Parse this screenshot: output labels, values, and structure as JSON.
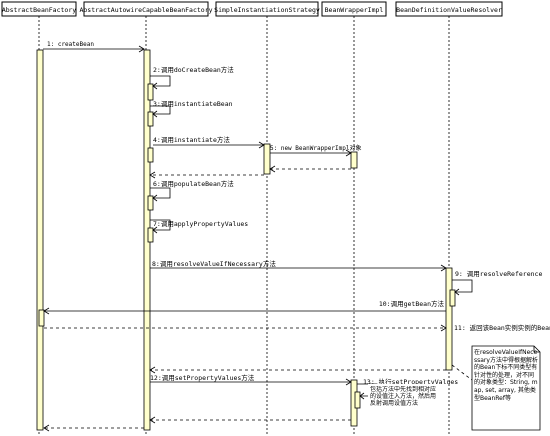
{
  "participants": [
    {
      "id": "p1",
      "name": "AbstractBeanFactory"
    },
    {
      "id": "p2",
      "name": "AbstractAutowireCapableBeanFactory"
    },
    {
      "id": "p3",
      "name": "SimpleInstantiationStrategy"
    },
    {
      "id": "p4",
      "name": "BeanWrapperImpl"
    },
    {
      "id": "p5",
      "name": "BeanDefinitionValueResolver"
    }
  ],
  "messages": [
    {
      "label": "1: createBean"
    },
    {
      "label": "2:调用doCreateBean方法"
    },
    {
      "label": "3:调用instantiateBean"
    },
    {
      "label": "4:调用instantiate方法"
    },
    {
      "label": "5: new BeanWrapperImpl对象"
    },
    {
      "label": "6:调用populateBean方法"
    },
    {
      "label": "7:调用applyPropertyValues"
    },
    {
      "label": "8:调用resolveValueIfNecessary方法"
    },
    {
      "label": "9: 调用resolveReference"
    },
    {
      "label": "10:调用getBean方法"
    },
    {
      "label": "11: 返回该Bean实例实例的Bean"
    },
    {
      "label": "12:调用setPropertyValues方法"
    },
    {
      "label": "13: 执行setPropertyValues"
    }
  ],
  "notes": [
    {
      "text": "在resolveValueIfNecessary方法中得根据解析的Bean下标不同类型有针对性的处理，对不同的对象类型：String, map, set, array, 其他类型BeanRef等"
    },
    {
      "text": "包括方法中先找到相对应的设值注入方法，然后用反射调用设值方法"
    }
  ]
}
